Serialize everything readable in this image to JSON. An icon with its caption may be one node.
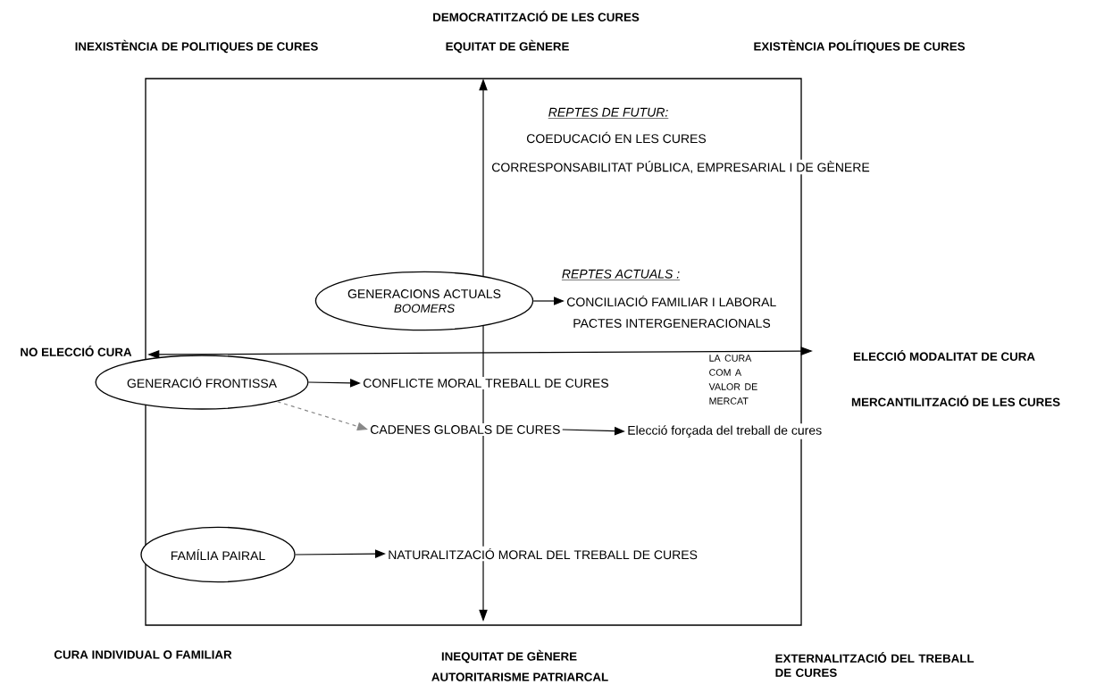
{
  "diagram": {
    "nodes": [
      {
        "text": [
          "GENERACIONS ACTUALS",
          "BOOMERS"
        ]
      },
      {
        "text": [
          "CONCILIACIÓ FAMILIAR I LABORAL"
        ]
      },
      {
        "text": [
          "GENERACIÓ FRONTISSA"
        ]
      },
      {
        "text": [
          "CONFLICTE MORAL TREBALL DE CURES"
        ]
      },
      {
        "text": [
          "CADENES GLOBALS DE CURES"
        ]
      },
      {
        "text": [
          "Elecció forçada del treball de cures"
        ]
      },
      {
        "text": [
          "FAMÍLIA PAIRAL"
        ]
      },
      {
        "text": [
          "NATURALITZACIÓ MORAL DEL TREBALL DE CURES"
        ]
      }
    ],
    "edges": [
      {
        "from": 0,
        "to": 1,
        "arrow": "to"
      },
      {
        "from": 2,
        "to": 3,
        "arrow": "to"
      },
      {
        "from": 2,
        "to": 4,
        "arrow": "to",
        "style": "dashed",
        "color": "#888888"
      },
      {
        "from": 4,
        "to": 5,
        "arrow": "to"
      },
      {
        "from": 6,
        "to": 7,
        "arrow": "to"
      }
    ],
    "labels": [
      "DEMOCRATITZACIÓ DE LES CURES",
      "INEXISTÈNCIA DE POLITIQUES DE CURES",
      "EQUITAT DE GÈNERE",
      "EXISTÈNCIA POLÍTIQUES DE CURES",
      "REPTES DE FUTUR:",
      "COEDUCACIÓ EN LES CURES",
      "CORRESPONSABILITAT PÚBLICA, EMPRESARIAL I DE GÈNERE",
      "REPTES ACTUALS :",
      "PACTES INTERGENERACIONALS",
      "NO ELECCIÓ CURA",
      "ELECCIÓ MODALITAT DE CURA",
      "LA CURA COM A VALOR DE MERCAT",
      "MERCANTILITZACIÓ DE LES CURES",
      "CURA INDIVIDUAL O FAMILIAR",
      "INEQUITAT DE GÈNERE",
      "EXTERNALITZACIÓ DEL TREBALL DE CURES",
      "AUTORITARISME PATRIARCAL"
    ]
  }
}
